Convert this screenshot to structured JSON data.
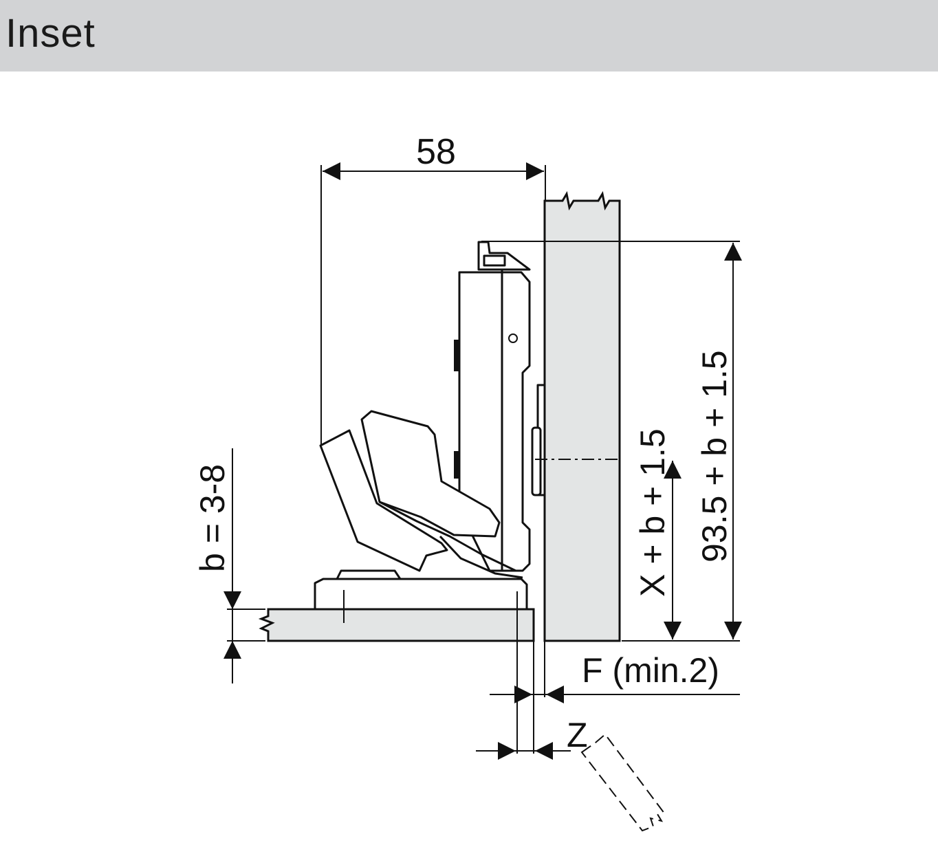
{
  "header": {
    "title": "Inset"
  },
  "dimensions": {
    "width_58": "58",
    "b_range": "b = 3-8",
    "x_formula": "X + b + 1.5",
    "total_height": "93.5 + b + 1.5",
    "f_gap": "F (min.2)",
    "z": "Z"
  },
  "colors": {
    "header_bg": "#d2d3d5",
    "panel_fill": "#e3e5e5",
    "line": "#111111"
  }
}
